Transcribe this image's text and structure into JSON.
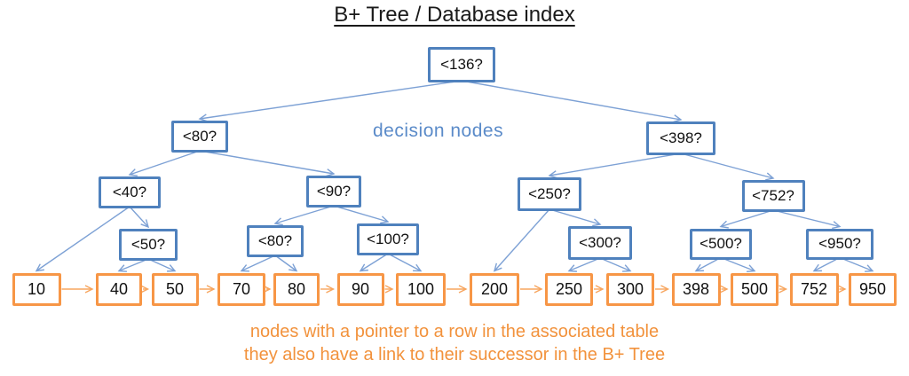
{
  "title": "B+ Tree / Database index",
  "labels": {
    "decision_nodes_caption": "decision nodes",
    "leaf_note_line1": "nodes with a pointer to a row in the associated table",
    "leaf_note_line2": "they also have a link to their successor in the B+ Tree"
  },
  "colors": {
    "decision_border": "#4f81bd",
    "decision_edge": "#7da1d5",
    "decision_caption": "#5b8bc9",
    "leaf_border": "#f79646",
    "leaf_edge": "#f7a55e",
    "leaf_note": "#f2923c",
    "node_text": "#111111"
  },
  "tree": {
    "decision_nodes": [
      {
        "id": "d136",
        "label": "<136?"
      },
      {
        "id": "d80a",
        "label": "<80?"
      },
      {
        "id": "d398",
        "label": "<398?"
      },
      {
        "id": "d40",
        "label": "<40?"
      },
      {
        "id": "d90",
        "label": "<90?"
      },
      {
        "id": "d250",
        "label": "<250?"
      },
      {
        "id": "d752",
        "label": "<752?"
      },
      {
        "id": "d50",
        "label": "<50?"
      },
      {
        "id": "d80b",
        "label": "<80?"
      },
      {
        "id": "d100",
        "label": "<100?"
      },
      {
        "id": "d300",
        "label": "<300?"
      },
      {
        "id": "d500",
        "label": "<500?"
      },
      {
        "id": "d950",
        "label": "<950?"
      }
    ],
    "leaf_nodes": [
      {
        "id": "l10",
        "label": "10"
      },
      {
        "id": "l40",
        "label": "40"
      },
      {
        "id": "l50",
        "label": "50"
      },
      {
        "id": "l70",
        "label": "70"
      },
      {
        "id": "l80",
        "label": "80"
      },
      {
        "id": "l90",
        "label": "90"
      },
      {
        "id": "l100",
        "label": "100"
      },
      {
        "id": "l200",
        "label": "200"
      },
      {
        "id": "l250",
        "label": "250"
      },
      {
        "id": "l300",
        "label": "300"
      },
      {
        "id": "l398",
        "label": "398"
      },
      {
        "id": "l500",
        "label": "500"
      },
      {
        "id": "l752",
        "label": "752"
      },
      {
        "id": "l950",
        "label": "950"
      }
    ],
    "edges": [
      [
        "d136",
        "d80a"
      ],
      [
        "d136",
        "d398"
      ],
      [
        "d80a",
        "d40"
      ],
      [
        "d80a",
        "d90"
      ],
      [
        "d398",
        "d250"
      ],
      [
        "d398",
        "d752"
      ],
      [
        "d40",
        "l10"
      ],
      [
        "d40",
        "d50"
      ],
      [
        "d90",
        "d80b"
      ],
      [
        "d90",
        "d100"
      ],
      [
        "d250",
        "l200"
      ],
      [
        "d250",
        "d300"
      ],
      [
        "d752",
        "d500"
      ],
      [
        "d752",
        "d950"
      ],
      [
        "d50",
        "l40"
      ],
      [
        "d50",
        "l50"
      ],
      [
        "d80b",
        "l70"
      ],
      [
        "d80b",
        "l80"
      ],
      [
        "d100",
        "l90"
      ],
      [
        "d100",
        "l100"
      ],
      [
        "d300",
        "l250"
      ],
      [
        "d300",
        "l300"
      ],
      [
        "d500",
        "l398"
      ],
      [
        "d500",
        "l500"
      ],
      [
        "d950",
        "l752"
      ],
      [
        "d950",
        "l950"
      ]
    ],
    "successor_links": [
      [
        "l10",
        "l40"
      ],
      [
        "l40",
        "l50"
      ],
      [
        "l50",
        "l70"
      ],
      [
        "l70",
        "l80"
      ],
      [
        "l80",
        "l90"
      ],
      [
        "l90",
        "l100"
      ],
      [
        "l100",
        "l200"
      ],
      [
        "l200",
        "l250"
      ],
      [
        "l250",
        "l300"
      ],
      [
        "l300",
        "l398"
      ],
      [
        "l398",
        "l500"
      ],
      [
        "l500",
        "l752"
      ],
      [
        "l752",
        "l950"
      ]
    ]
  }
}
